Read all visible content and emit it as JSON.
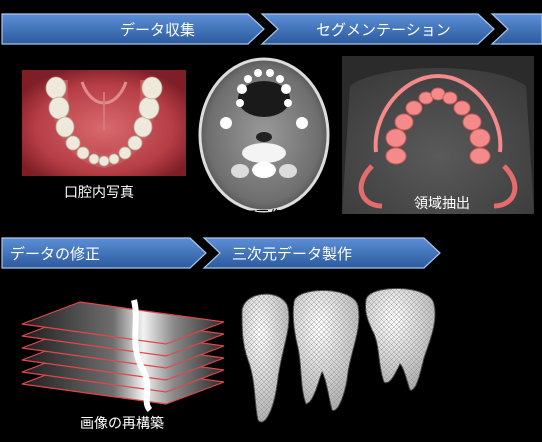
{
  "top_strip": {
    "steps": [
      "データ収集",
      "セグメンテーション"
    ]
  },
  "bottom_strip": {
    "steps": [
      "データの修正",
      "三次元データ製作"
    ]
  },
  "captions": {
    "intraoral": "口腔内写真",
    "ct": "CT画像",
    "region": "領域抽出",
    "reconstruct": "画像の再構築"
  },
  "colors": {
    "background": "#000000",
    "arrow_fill": "#3d6fb4",
    "arrow_edge": "#a9c5ea",
    "gums": "#c2434b",
    "teeth": "#ece8df",
    "segmented_tooth": "#f48a8a",
    "slice_edge": "#e0474b"
  },
  "icons": [
    "tooth-photo",
    "ct-slice",
    "segmented-ct",
    "slice-stack",
    "tooth-mesh"
  ]
}
